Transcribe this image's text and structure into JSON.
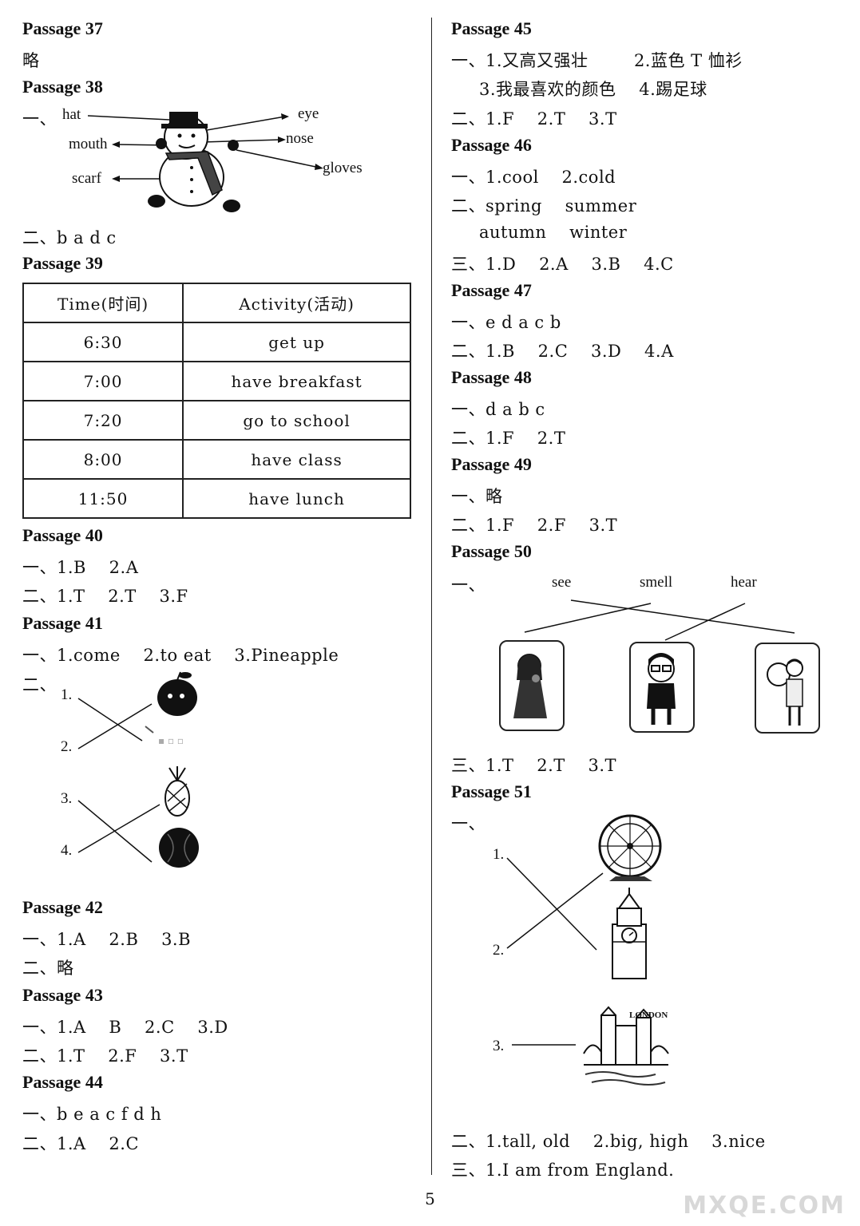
{
  "left": {
    "p37": {
      "title": "Passage 37",
      "l1": "略"
    },
    "p38": {
      "title": "Passage 38",
      "prefix": "一、",
      "hat": "hat",
      "eye": "eye",
      "mouth": "mouth",
      "nose": "nose",
      "scarf": "scarf",
      "gloves": "gloves",
      "l2": "二、b a d c"
    },
    "p39": {
      "title": "Passage 39",
      "headers": [
        "Time(时间)",
        "Activity(活动)"
      ],
      "rows": [
        [
          "6:30",
          "get up"
        ],
        [
          "7:00",
          "have breakfast"
        ],
        [
          "7:20",
          "go to school"
        ],
        [
          "8:00",
          "have class"
        ],
        [
          "11:50",
          "have lunch"
        ]
      ]
    },
    "p40": {
      "title": "Passage 40",
      "l1": "一、1.B    2.A",
      "l2": "二、1.T    2.T    3.F"
    },
    "p41": {
      "title": "Passage 41",
      "l1": "一、1.come    2.to eat    3.Pineapple",
      "l2": "二、",
      "n1": "1.",
      "n2": "2.",
      "n3": "3.",
      "n4": "4."
    },
    "p42": {
      "title": "Passage 42",
      "l1": "一、1.A    2.B    3.B",
      "l2": "二、略"
    },
    "p43": {
      "title": "Passage 43",
      "l1": "一、1.A    B    2.C    3.D",
      "l2": "二、1.T    2.F    3.T"
    },
    "p44": {
      "title": "Passage 44",
      "l1": "一、b e a c f d h",
      "l2": "二、1.A    2.C"
    }
  },
  "right": {
    "p45": {
      "title": "Passage 45",
      "l1": "一、1.又高又强壮        2.蓝色 T 恤衫",
      "l2": "3.我最喜欢的颜色    4.踢足球",
      "l3": "二、1.F    2.T    3.T"
    },
    "p46": {
      "title": "Passage 46",
      "l1": "一、1.cool    2.cold",
      "l2": "二、spring    summer",
      "l3": "autumn    winter",
      "l4": "三、1.D    2.A    3.B    4.C"
    },
    "p47": {
      "title": "Passage 47",
      "l1": "一、e d a c b",
      "l2": "二、1.B    2.C    3.D    4.A"
    },
    "p48": {
      "title": "Passage 48",
      "l1": "一、d a b c",
      "l2": "二、1.F    2.T"
    },
    "p49": {
      "title": "Passage 49",
      "l1": "一、略",
      "l2": "二、1.F    2.F    3.T"
    },
    "p50": {
      "title": "Passage 50",
      "prefix": "一、",
      "see": "see",
      "smell": "smell",
      "hear": "hear",
      "l3": "三、1.T    2.T    3.T"
    },
    "p51": {
      "title": "Passage 51",
      "prefix": "一、",
      "n1": "1.",
      "n2": "2.",
      "n3": "3.",
      "london": "LONDON",
      "l2": "二、1.tall, old    2.big, high    3.nice",
      "l3": "三、1.I am from England."
    }
  },
  "page_number": "5",
  "watermark": "MXQE.COM"
}
